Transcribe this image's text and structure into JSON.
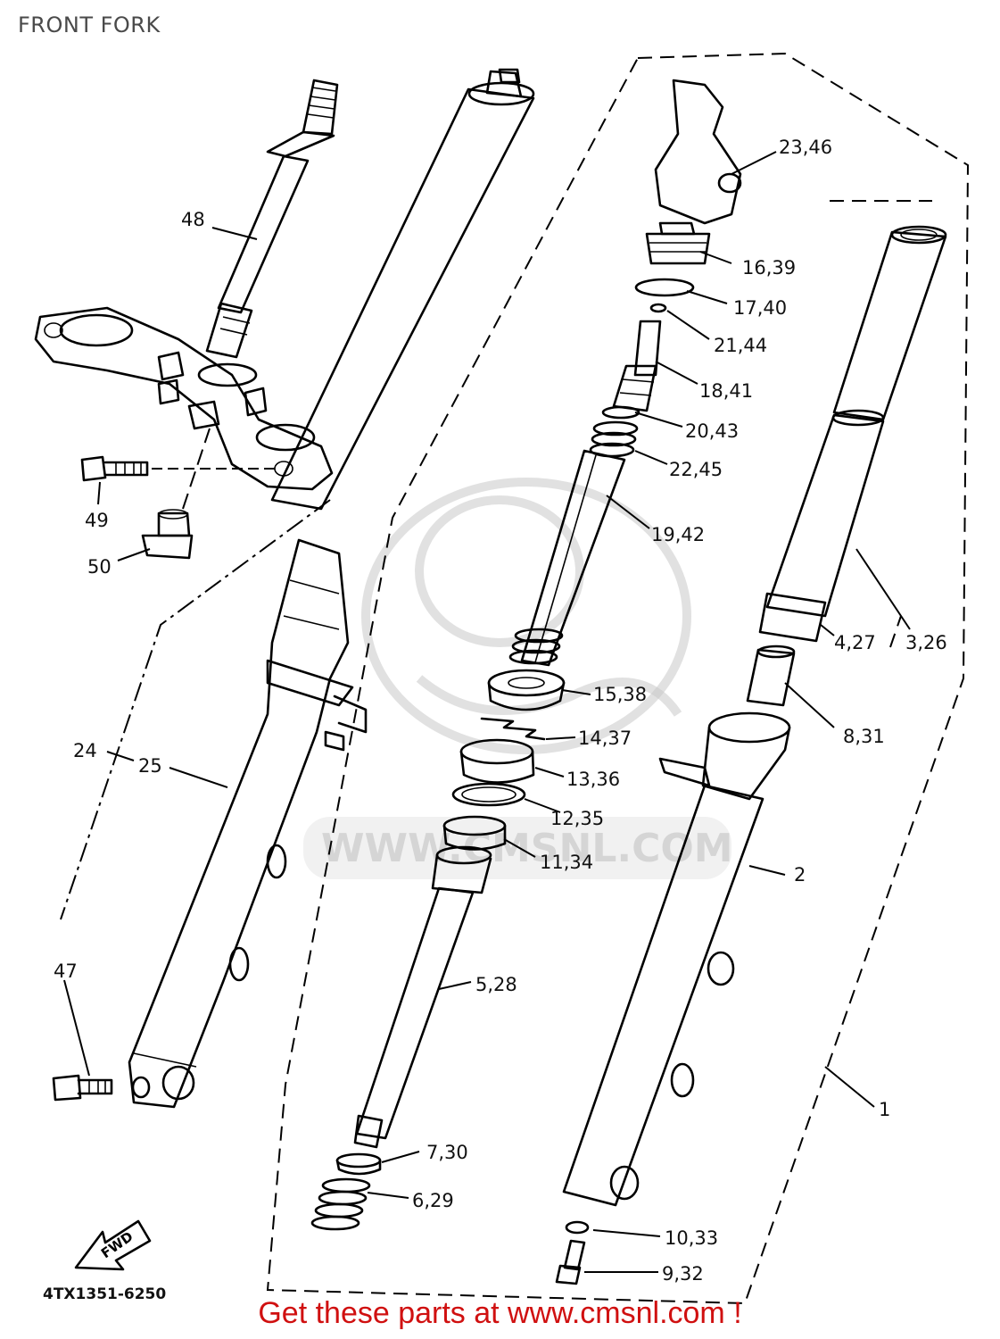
{
  "header": {
    "title": "FRONT FORK"
  },
  "footer": {
    "part_code": "4TX1351-6250",
    "promo": "Get these parts at www.cmsnl.com !"
  },
  "watermark": {
    "text": "WWW.CMSNL.COM",
    "logo": "CMS"
  },
  "direction_arrow": {
    "label": "FWD"
  },
  "callouts": [
    "23,46",
    "48",
    "16,39",
    "17,40",
    "21,44",
    "18,41",
    "20,43",
    "22,45",
    "49",
    "19,42",
    "50",
    "4,27",
    "3,26",
    "15,38",
    "8,31",
    "14,37",
    "24",
    "25",
    "13,36",
    "12,35",
    "11,34",
    "2",
    "47",
    "5,28",
    "1",
    "7,30",
    "6,29",
    "10,33",
    "9,32"
  ],
  "colors": {
    "line": "#000000",
    "promo": "#d01010",
    "watermark": "#c8c8c8"
  }
}
